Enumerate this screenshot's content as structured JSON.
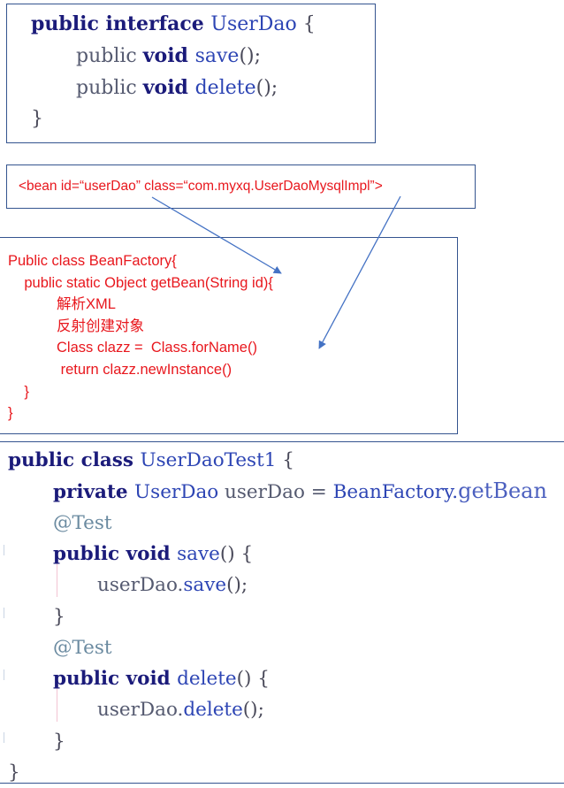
{
  "interface_box": {
    "line1": {
      "kw": "public interface ",
      "name": "UserDao",
      "tail": " {"
    },
    "line2": {
      "kw1": "public ",
      "kw2": "void ",
      "method": "save",
      "tail": "();"
    },
    "line3": {
      "kw1": "public ",
      "kw2": "void ",
      "method": "delete",
      "tail": "();"
    },
    "line4": "}"
  },
  "bean_box": {
    "text": "<bean id=“userDao” class=“com.myxq.UserDaoMysqlImpl”>"
  },
  "factory_box": {
    "lines": [
      "Public class BeanFactory{",
      "    public static Object getBean(String id){",
      "            解析XML",
      "            反射创建对象",
      "            Class clazz =  Class.forName()",
      "             return clazz.newInstance()",
      "    }",
      "}"
    ]
  },
  "test_box": {
    "l1": {
      "kw": "public class ",
      "name": "UserDaoTest1",
      "tail": " {"
    },
    "l2": {
      "kw": "private ",
      "type": "UserDao",
      "var": " userDao = ",
      "cls": "BeanFactory.",
      "rest": "getBean"
    },
    "l3": "@Test",
    "l4": {
      "kw": "public void ",
      "method": "save",
      "tail": "() {"
    },
    "l5": {
      "obj": "userDao.",
      "method": "save",
      "tail": "();"
    },
    "l6": "}",
    "l7": "@Test",
    "l8": {
      "kw": "public void ",
      "method": "delete",
      "tail": "() {"
    },
    "l9": {
      "obj": "userDao.",
      "method": "delete",
      "tail": "();"
    },
    "l10": "}",
    "l11": "}"
  },
  "colors": {
    "box_border": "#34548f",
    "annotation_red": "#e8171d",
    "arrow": "#4472c4",
    "keyword": "#1b1b7a",
    "identifier": "#2d45b4"
  }
}
